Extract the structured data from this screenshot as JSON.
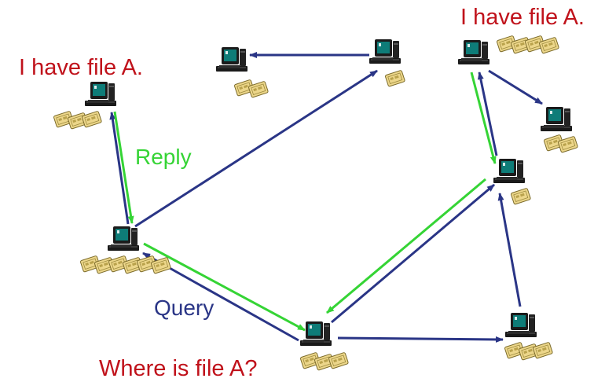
{
  "labels": {
    "have_left": "I have file A.",
    "have_right": "I have file A.",
    "reply": "Reply",
    "query": "Query",
    "where": "Where is file A?"
  },
  "nodes": [
    {
      "id": "top-left",
      "files": 3
    },
    {
      "id": "top-middle-left",
      "files": 2
    },
    {
      "id": "top-middle-right",
      "files": 1
    },
    {
      "id": "top-right",
      "files": 4
    },
    {
      "id": "right-upper",
      "files": 2
    },
    {
      "id": "right-middle",
      "files": 1
    },
    {
      "id": "left-middle",
      "files": 6
    },
    {
      "id": "bottom-center",
      "files": 3
    },
    {
      "id": "bottom-right",
      "files": 3
    }
  ],
  "edges": {
    "query": [
      [
        "left-middle",
        "top-left"
      ],
      [
        "left-middle",
        "top-middle-right"
      ],
      [
        "top-middle-right",
        "top-middle-left"
      ],
      [
        "bottom-center",
        "left-middle"
      ],
      [
        "bottom-center",
        "right-middle"
      ],
      [
        "bottom-center",
        "bottom-right"
      ],
      [
        "bottom-right",
        "right-middle"
      ],
      [
        "right-middle",
        "top-right"
      ],
      [
        "top-right",
        "right-upper"
      ]
    ],
    "reply": [
      [
        "top-left",
        "left-middle"
      ],
      [
        "left-middle",
        "bottom-center"
      ],
      [
        "top-right",
        "right-middle"
      ],
      [
        "right-middle",
        "bottom-center"
      ]
    ]
  },
  "colors": {
    "query": "#2a3586",
    "reply": "#35d435",
    "label_red": "#c0121b",
    "computer_teal": "#0e7c78",
    "file_gold": "#ecd68a"
  },
  "icons": [
    "computer-icon",
    "file-icon"
  ]
}
